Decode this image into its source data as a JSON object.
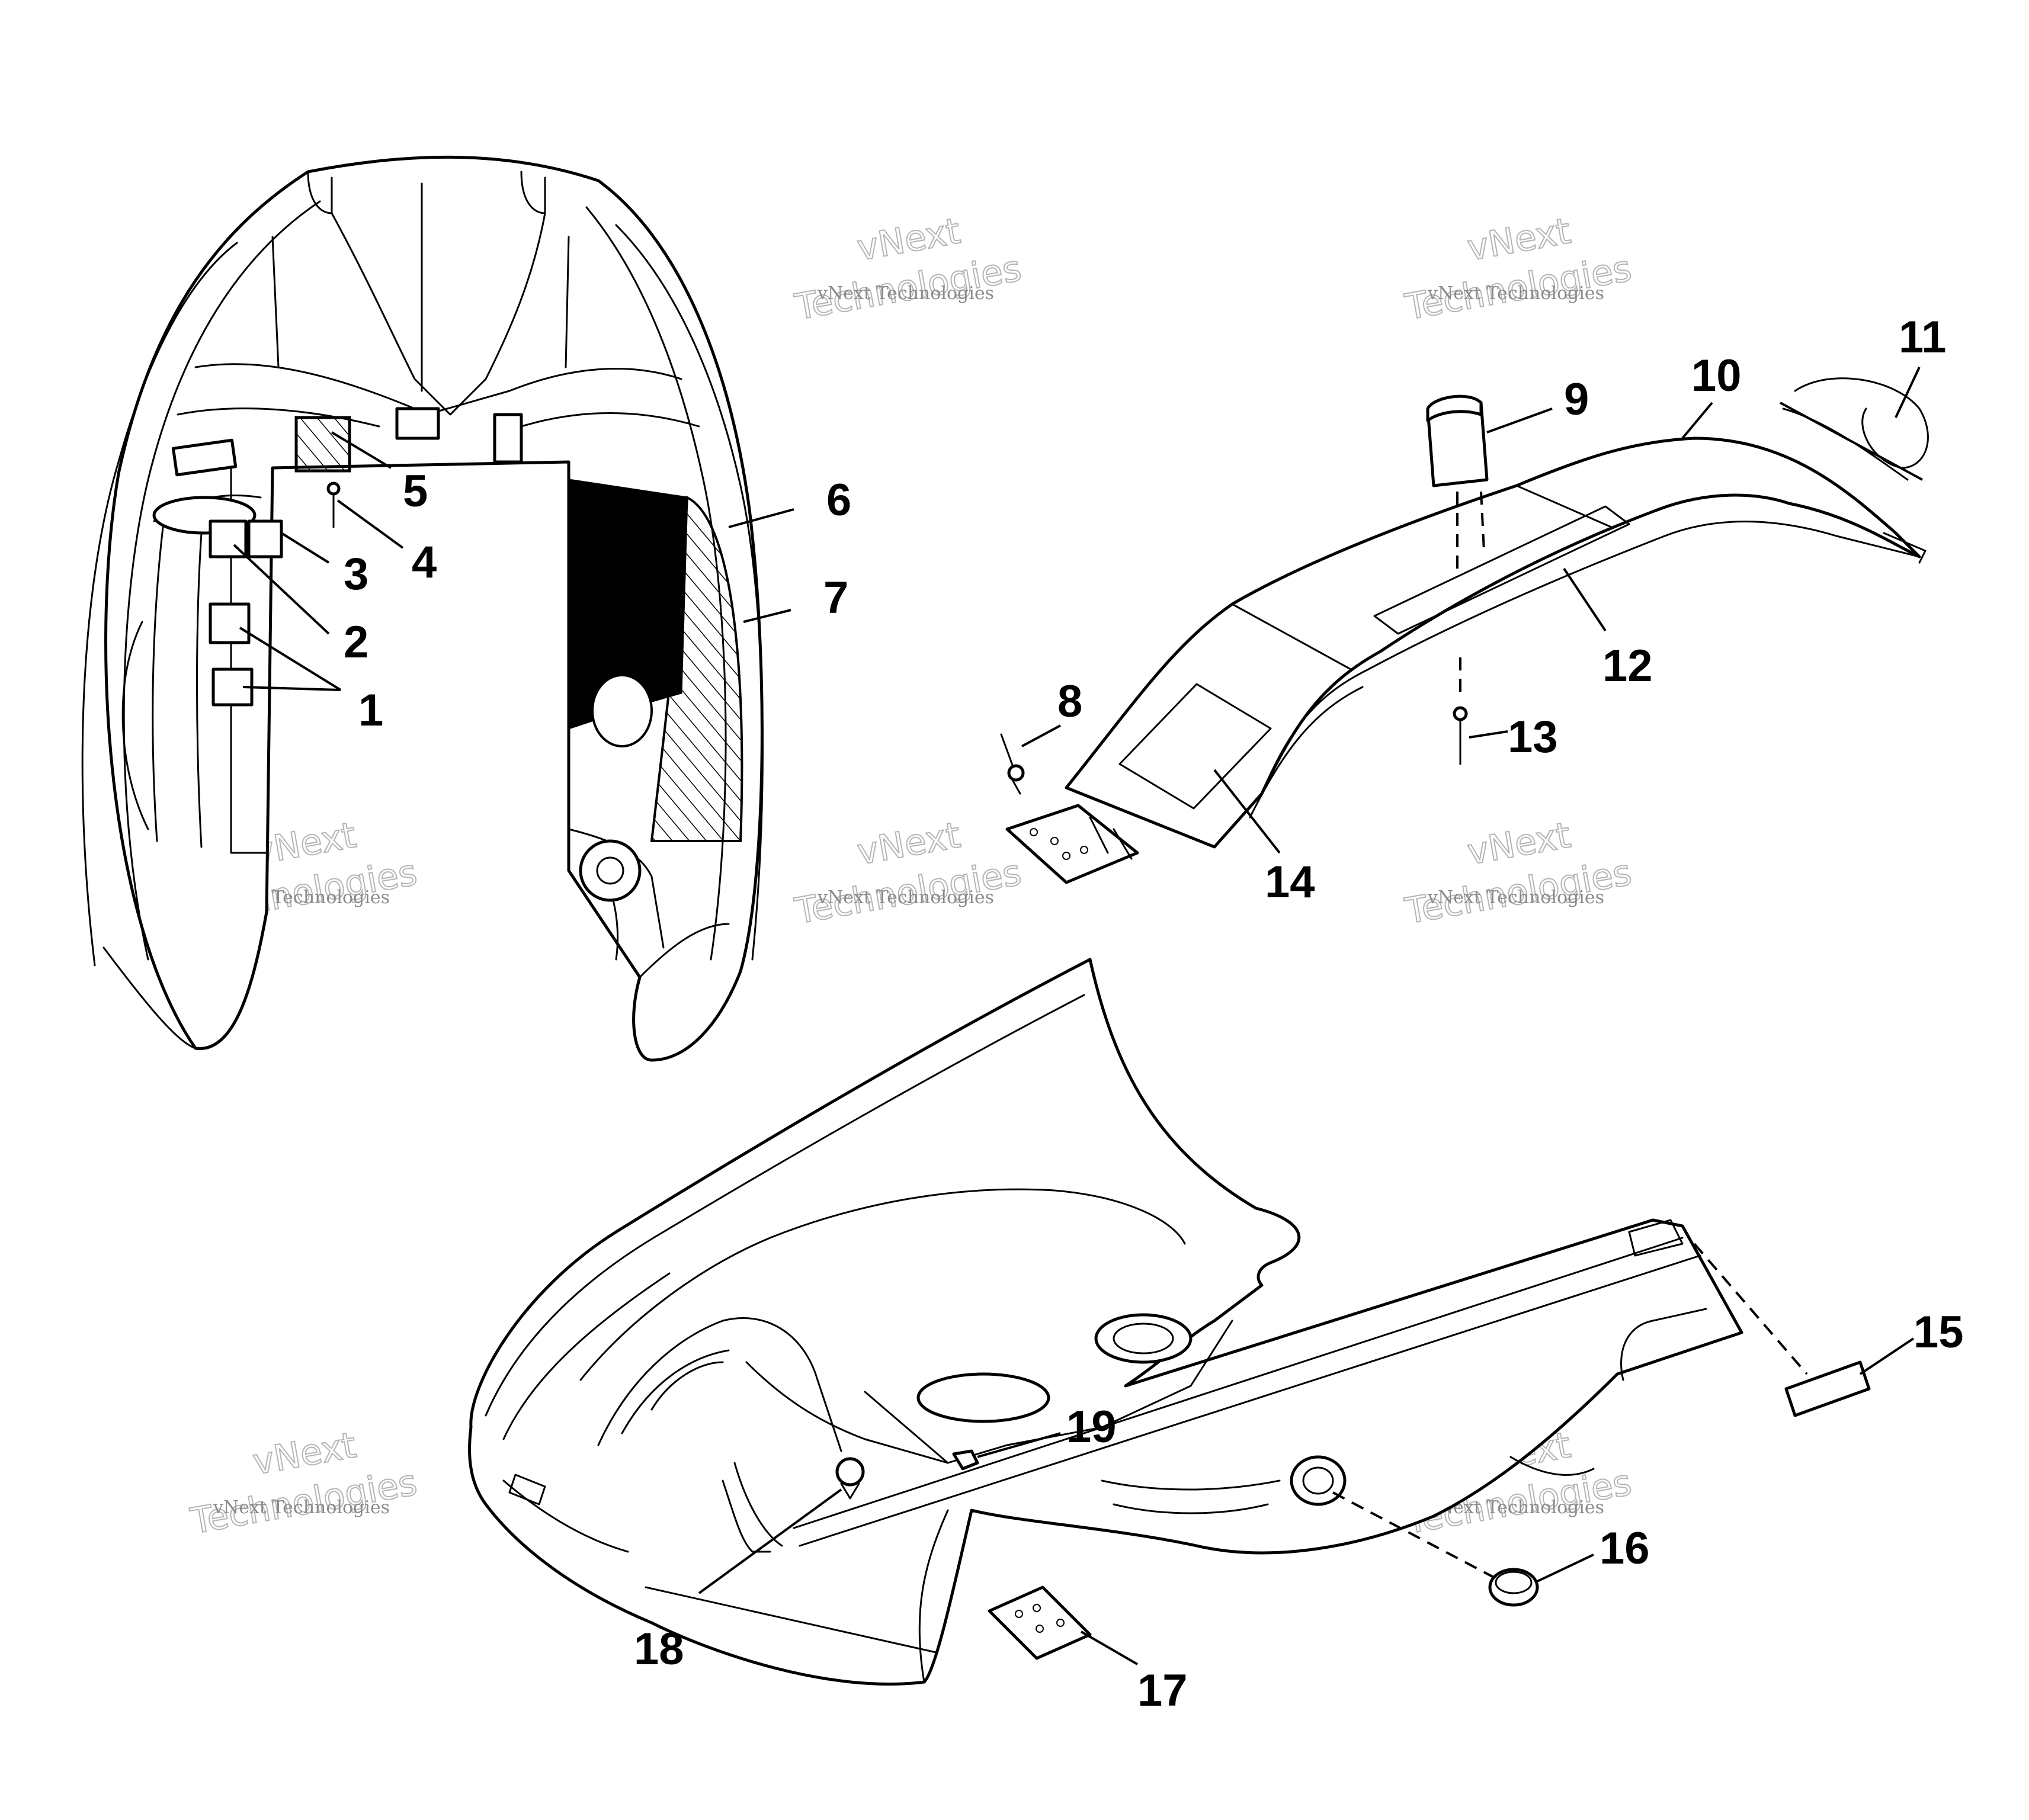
{
  "callouts": [
    "1",
    "2",
    "3",
    "4",
    "5",
    "6",
    "7",
    "8",
    "9",
    "10",
    "11",
    "12",
    "13",
    "14",
    "15",
    "16",
    "17",
    "18",
    "19"
  ],
  "watermark": {
    "line_small": "vNext Technologies",
    "line_big_1": "vNext",
    "line_big_2": "Technologies"
  },
  "colors": {
    "ink": "#000000",
    "watermark": "#8a8a8a",
    "background": "#ffffff"
  }
}
